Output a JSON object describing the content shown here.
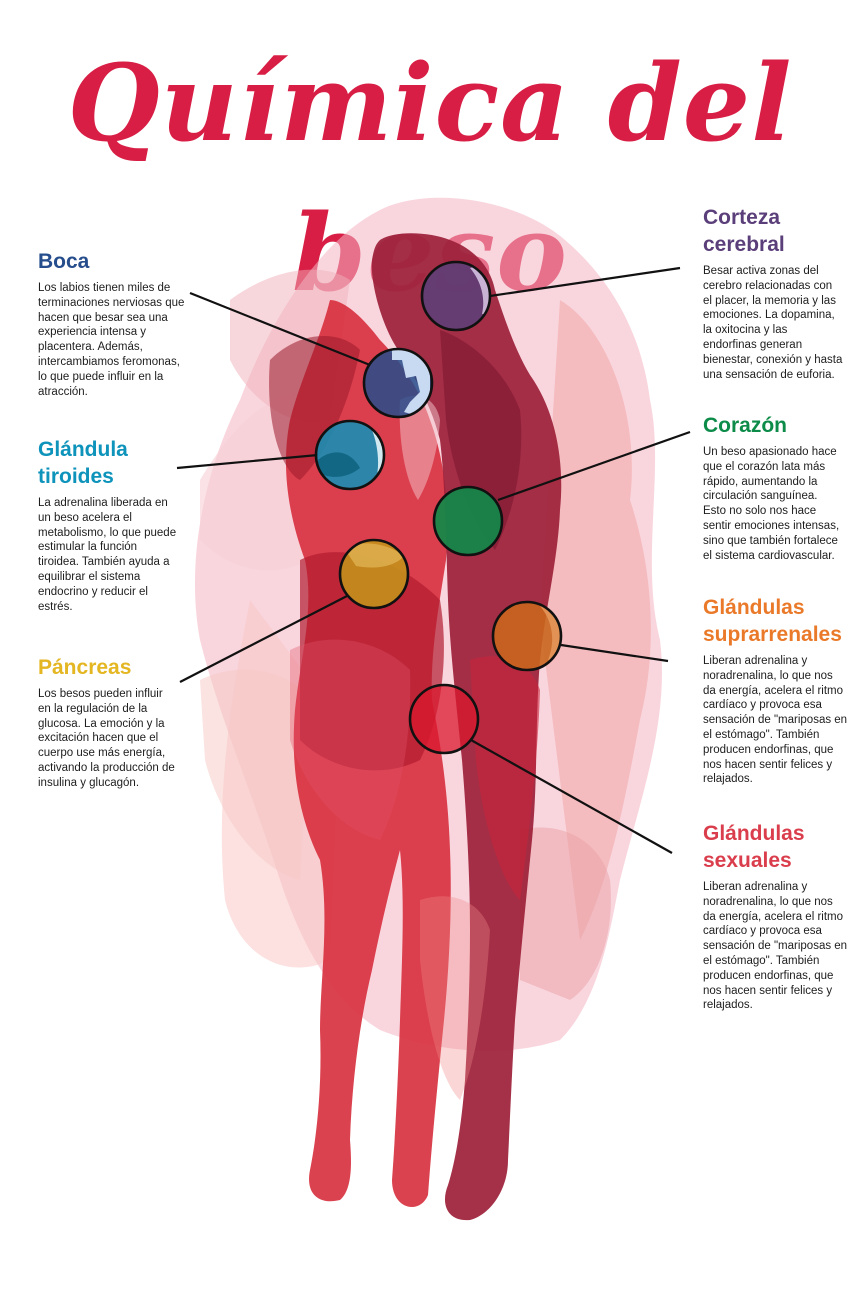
{
  "title": "Química del beso",
  "colors": {
    "title": "#d81e45",
    "boca": "#264d8c",
    "tiroides": "#0e93bb",
    "pancreas": "#e3b622",
    "corteza": "#5b3f7a",
    "corazon": "#0d8b49",
    "suprarrenales": "#ea7a2a",
    "sexuales": "#da3e4c"
  },
  "labels": {
    "boca": {
      "title": "Boca",
      "text": "Los labios tienen miles de terminaciones nerviosas que hacen que besar sea una experiencia intensa y placentera. Además, intercambiamos feromonas, lo que puede influir en la atracción."
    },
    "tiroides": {
      "title_line1": "Glándula",
      "title_line2": "tiroides",
      "text": "La adrenalina liberada en un beso acelera el metabolismo, lo que puede estimular la función tiroidea. También ayuda a equilibrar el sistema endocrino y reducir el estrés."
    },
    "pancreas": {
      "title": "Páncreas",
      "text": "Los besos pueden influir en la regulación de la glucosa. La emoción y la excitación hacen que el cuerpo use más energía, activando la producción de insulina y glucagón."
    },
    "corteza": {
      "title_line1": "Corteza",
      "title_line2": "cerebral",
      "text": "Besar activa zonas del cerebro relacionadas con el placer, la memoria y las emociones. La dopamina, la oxitocina y las endorfinas generan bienestar, conexión y hasta una sensación de euforia."
    },
    "corazon": {
      "title": "Corazón",
      "text": "Un beso apasionado hace que el corazón lata más rápido, aumentando la circulación sanguínea. Esto no solo nos hace sentir emociones intensas, sino que también fortalece el sistema cardiovascular."
    },
    "suprarrenales": {
      "title_line1": "Glándulas",
      "title_line2": "suprarrenales",
      "text": "Liberan adrenalina y noradrenalina, lo que nos da energía, acelera el ritmo cardíaco y provoca esa sensación de \"mariposas en el estómago\". También producen endorfinas, que nos hacen sentir felices y relajados."
    },
    "sexuales": {
      "title_line1": "Glándulas",
      "title_line2": "sexuales",
      "text": "Liberan adrenalina y noradrenalina, lo que nos da energía, acelera el ritmo cardíaco y provoca esa sensación de \"mariposas en el estómago\". También producen endorfinas, que nos hacen sentir felices y relajados."
    }
  }
}
